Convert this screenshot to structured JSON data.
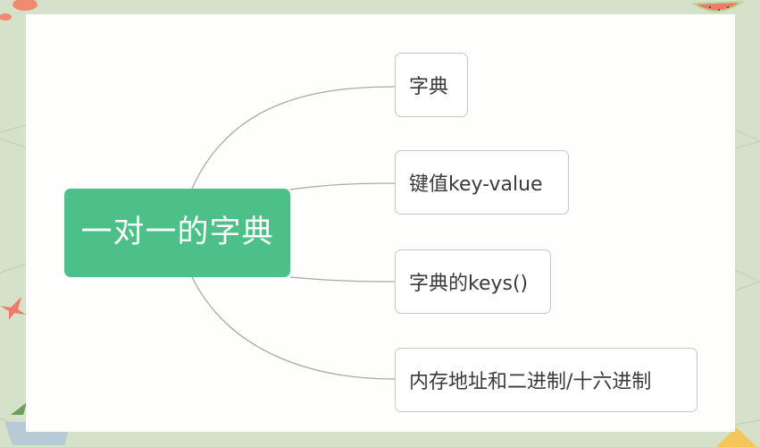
{
  "colors": {
    "background": "#d5e1c8",
    "card": "#fefefd",
    "root_fill": "#4dbf88",
    "node_border": "#c6c6c6",
    "connector": "#a8a8a8"
  },
  "mindmap": {
    "root": {
      "label": "一对一的字典"
    },
    "children": [
      {
        "label": "字典"
      },
      {
        "label": "键值key-value"
      },
      {
        "label": "字典的keys()"
      },
      {
        "label": "内存地址和二进制/十六进制"
      }
    ]
  },
  "decorations": [
    "heart-icon",
    "watermelon-icon",
    "starfish-icon",
    "plant-pot-icon",
    "shell-icon"
  ]
}
